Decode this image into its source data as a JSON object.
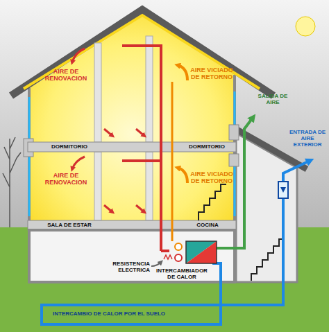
{
  "diagram": {
    "labels": [
      "AIRE DE RENOVACION",
      "AIRE VICIADO DE RETORNO",
      "SALIDA DE AIRE",
      "DORMITORIO",
      "DORMITORIO",
      "ENTRADA DE AIRE EXTERIOR",
      "AIRE DE RENOVACION",
      "AIRE VICIADO DE RETORNO",
      "SALA DE ESTAR",
      "COCINA",
      "RESISTENCIA ELECTRICA",
      "INTERCAMBIADOR DE CALOR",
      "INTERCAMBIO DE CALOR POR EL SUELO"
    ]
  }
}
